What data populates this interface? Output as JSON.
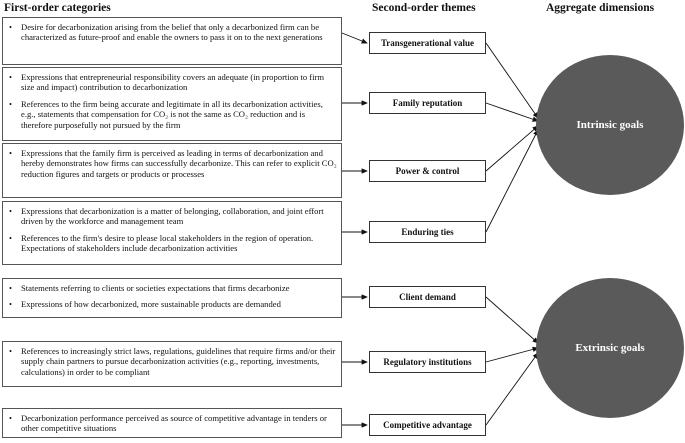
{
  "headers": {
    "first_order": "First-order categories",
    "second_order": "Second-order themes",
    "aggregate": "Aggregate dimensions"
  },
  "boxes": [
    {
      "items": [
        "Desire for decarbonization arising from the belief that only a decarbonized firm can be characterized as future-proof and enable the owners to pass it on to the next generations"
      ]
    },
    {
      "items": [
        "Expressions that entrepreneurial responsibility covers an adequate (in proportion to firm size and impact) contribution to decarbonization",
        "References to the firm being accurate and legitimate in all its decarbonization activities, e.g., statements that compensation for CO₂ is not the same as CO₂ reduction and is therefore purposefully not pursued by the firm"
      ]
    },
    {
      "items": [
        "Expressions that the family firm is perceived as leading in terms of decarbonization and hereby demonstrates how firms can successfully decarbonize. This can refer to explicit CO₂ reduction figures and targets or products or processes"
      ]
    },
    {
      "items": [
        "Expressions that decarbonization is a matter of belonging, collaboration, and joint effort driven by the workforce and management team",
        "References to the firm's desire to please local stakeholders in the region of operation. Expectations of stakeholders include decarbonization activities"
      ]
    },
    {
      "items": [
        "Statements referring to clients or societies expectations that firms decarbonize",
        "Expressions of how decarbonized, more sustainable products are demanded"
      ]
    },
    {
      "items": [
        "References to increasingly strict laws, regulations, guidelines that require firms and/or their supply chain partners to pursue decarbonization activities (e.g., reporting, investments, calculations) in order to be compliant"
      ]
    },
    {
      "items": [
        "Decarbonization performance perceived as source of competitive advantage in tenders or other competitive situations"
      ]
    }
  ],
  "themes": [
    "Transgenerational value",
    "Family reputation",
    "Power & control",
    "Enduring ties",
    "Client demand",
    "Regulatory institutions",
    "Competitive advantage"
  ],
  "dimensions": [
    "Intrinsic goals",
    "Extrinsic goals"
  ]
}
